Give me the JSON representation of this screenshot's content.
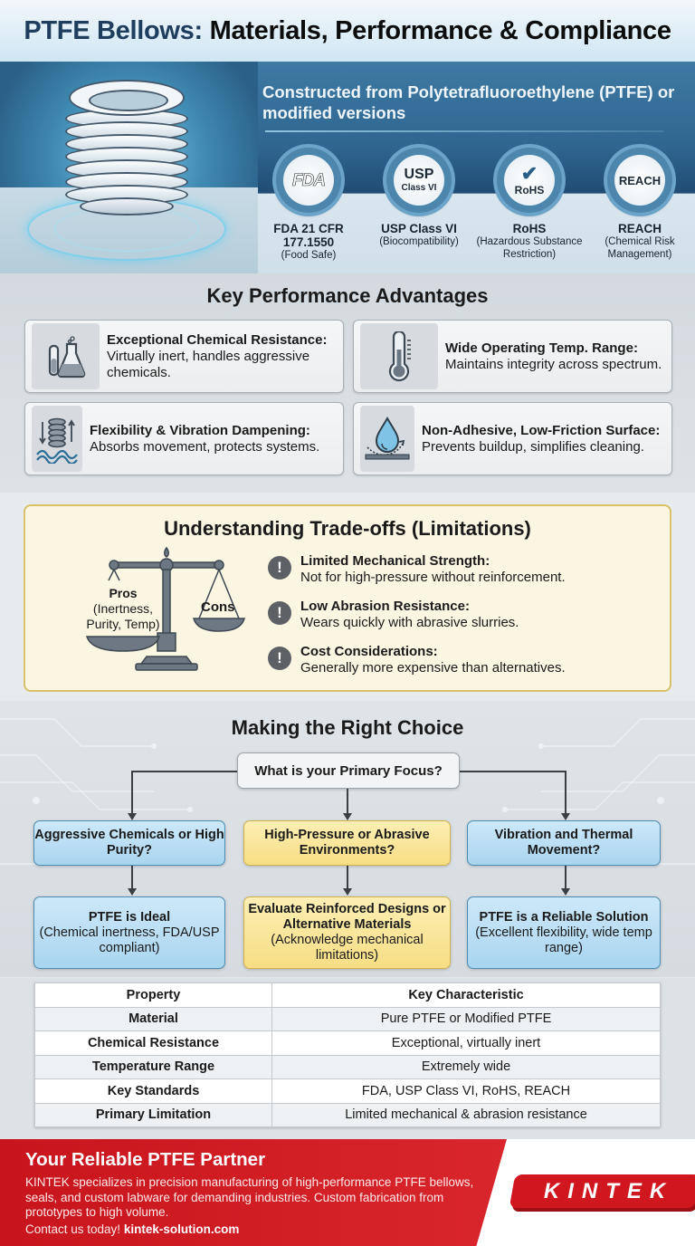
{
  "header": {
    "title_part1": "PTFE Bellows:",
    "title_part2": " Materials, Performance & Compliance"
  },
  "hero": {
    "image": "ptfe-bellows-illustration",
    "subtitle": "Constructed from Polytetrafluoroethylene (PTFE) or modified versions",
    "badges": [
      {
        "seal_main": "FDA",
        "seal_sub": "",
        "icon": "fda-logo-icon",
        "name": "FDA 21 CFR 177.1550",
        "desc": "(Food Safe)"
      },
      {
        "seal_main": "USP",
        "seal_sub": "Class VI",
        "icon": "usp-seal-icon",
        "name": "USP Class VI",
        "desc": "(Biocompatibility)"
      },
      {
        "seal_main": "RoHS",
        "seal_sub": "✔",
        "icon": "rohs-check-icon",
        "name": "RoHS",
        "desc": "(Hazardous Substance Restriction)"
      },
      {
        "seal_main": "REACH",
        "seal_sub": "",
        "icon": "reach-seal-icon",
        "name": "REACH",
        "desc": "(Chemical Risk Management)"
      }
    ]
  },
  "advantages": {
    "title": "Key Performance Advantages",
    "items": [
      {
        "icon": "lab-flask-icon",
        "title": "Exceptional Chemical Resistance:",
        "text": "Virtually inert, handles aggressive chemicals."
      },
      {
        "icon": "thermometer-icon",
        "title": "Wide Operating Temp. Range:",
        "text": "Maintains integrity across spectrum."
      },
      {
        "icon": "spring-vibration-icon",
        "title": "Flexibility & Vibration Dampening:",
        "text": "Absorbs movement, protects systems."
      },
      {
        "icon": "water-drop-icon",
        "title": "Non-Adhesive, Low-Friction Surface:",
        "text": "Prevents buildup, simplifies cleaning."
      }
    ]
  },
  "tradeoffs": {
    "title": "Understanding Trade-offs (Limitations)",
    "scale": {
      "pros_label": "Pros",
      "pros_desc": "(Inertness, Purity, Temp)",
      "cons_label": "Cons"
    },
    "items": [
      {
        "title": "Limited Mechanical Strength:",
        "text": "Not for high-pressure without reinforcement."
      },
      {
        "title": "Low Abrasion Resistance:",
        "text": "Wears quickly with abrasive slurries."
      },
      {
        "title": "Cost Considerations:",
        "text": "Generally more expensive than alternatives."
      }
    ]
  },
  "choice": {
    "title": "Making the Right Choice",
    "question": "What is your Primary Focus?",
    "branches": [
      {
        "condition": "Aggressive Chemicals or High Purity?",
        "result_title": "PTFE is Ideal",
        "result_desc": "(Chemical inertness, FDA/USP compliant)",
        "color": "#b9dff5"
      },
      {
        "condition": "High-Pressure or Abrasive Environments?",
        "result_title": "Evaluate Reinforced Designs or Alternative Materials",
        "result_desc": "(Acknowledge mechanical limitations)",
        "color": "#f9e59a"
      },
      {
        "condition": "Vibration and Thermal Movement?",
        "result_title": "PTFE is a Reliable Solution",
        "result_desc": "(Excellent flexibility, wide temp range)",
        "color": "#b9dff5"
      }
    ]
  },
  "table": {
    "headers": [
      "Property",
      "Key Characteristic"
    ],
    "rows": [
      [
        "Material",
        "Pure PTFE or Modified PTFE"
      ],
      [
        "Chemical Resistance",
        "Exceptional, virtually inert"
      ],
      [
        "Temperature Range",
        "Extremely wide"
      ],
      [
        "Key Standards",
        "FDA, USP Class VI, RoHS, REACH"
      ],
      [
        "Primary Limitation",
        "Limited mechanical & abrasion resistance"
      ]
    ]
  },
  "footer": {
    "title": "Your Reliable PTFE Partner",
    "body": "KINTEK specializes in precision manufacturing of high-performance PTFE bellows, seals, and custom labware for demanding industries. Custom fabrication from prototypes to high volume.",
    "contact_prefix": "Contact us today! ",
    "contact_link": "kintek-solution.com",
    "logo_text": "KINTEK",
    "brand_color": "#d0161e"
  }
}
